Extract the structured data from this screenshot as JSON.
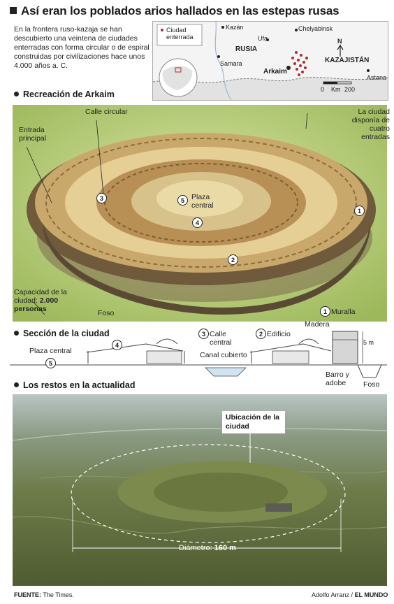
{
  "header": {
    "title": "Así eran los poblados arios hallados en las estepas rusas",
    "intro": "En la frontera ruso-kazaja se han descubierto una veintena de ciudades enterradas con forma circular o de espiral construidas por civilizaciones hace unos 4.000 años a. C."
  },
  "map": {
    "legend": "Ciudad enterrada",
    "places": {
      "kazan": "Kazán",
      "chelyabinsk": "Chelyabinsk",
      "ufa": "Ufa",
      "rusia": "RUSIA",
      "samara": "Samara",
      "arkaim": "Arkaim",
      "kazajistan": "KAZAJISTÁN",
      "astana": "Astana"
    },
    "north": "N",
    "scale": {
      "zero": "0",
      "unit": "Km",
      "max": "200"
    }
  },
  "recreation": {
    "heading": "Recreación de Arkaim",
    "labels": {
      "calle_circular": "Calle circular",
      "entrada": "Entrada principal",
      "cuatro_entradas": "La ciudad disponía de cuatro entradas",
      "plaza": "Plaza central",
      "capacidad": "Capacidad de la ciudad: ",
      "capacidad_bold": "2.000 personas",
      "foso": "Foso"
    },
    "numbers": [
      "1",
      "2",
      "3",
      "4",
      "5"
    ]
  },
  "section": {
    "heading": "Sección de la ciudad",
    "labels": {
      "plaza_central": "Plaza central",
      "calle_central": "Calle central",
      "edificio": "Edificio",
      "muralla": "Muralla",
      "madera": "Madera",
      "canal": "Canal cubierto",
      "barro": "Barro y adobe",
      "foso": "Foso",
      "height": "5 m"
    }
  },
  "remains": {
    "heading": "Los restos en la actualidad",
    "location": "Ubicación de la ciudad",
    "diameter_label": "Diámetro: ",
    "diameter_value": "160 m"
  },
  "footer": {
    "source_label": "FUENTE:",
    "source": "The Times.",
    "author": "Adolfo Arranz / ",
    "paper": "EL MUNDO"
  }
}
